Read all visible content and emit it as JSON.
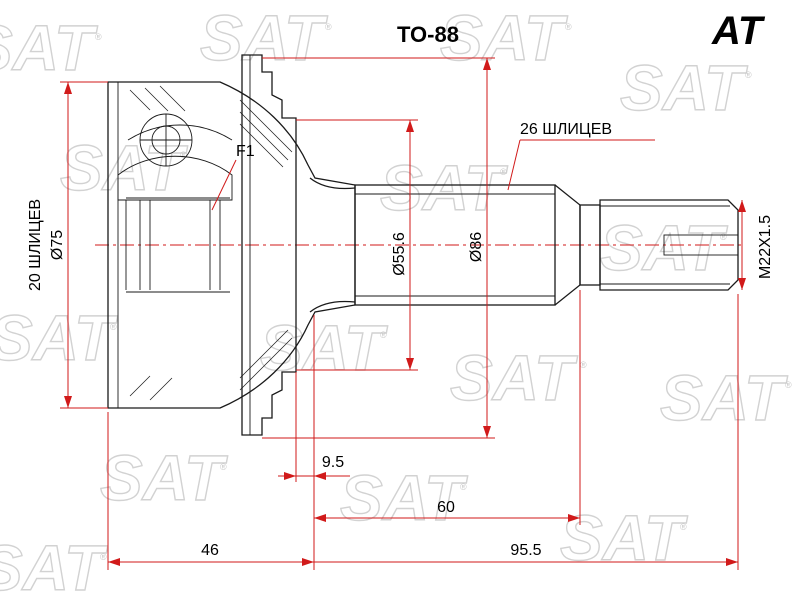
{
  "title": "TO-88",
  "brand_logo": {
    "text": "AT",
    "color": "#f26a1b"
  },
  "watermark": {
    "text": "SAT",
    "mark": "®"
  },
  "colors": {
    "dimension": "#d11a1a",
    "outline": "#1a1a1a",
    "watermark": "#d2d2d2"
  },
  "labels": {
    "outer_splines": "26 ШЛИЦЕВ",
    "inner_splines": "20 ШЛИЦЕВ",
    "f1": "F1",
    "thread": "M22X1.5"
  },
  "dimensions": {
    "d_outer_body": "Ø75",
    "d_flange": "Ø86",
    "d_shaft": "Ø55.6",
    "len_9_5": "9.5",
    "len_60": "60",
    "len_46": "46",
    "len_95_5": "95.5"
  }
}
